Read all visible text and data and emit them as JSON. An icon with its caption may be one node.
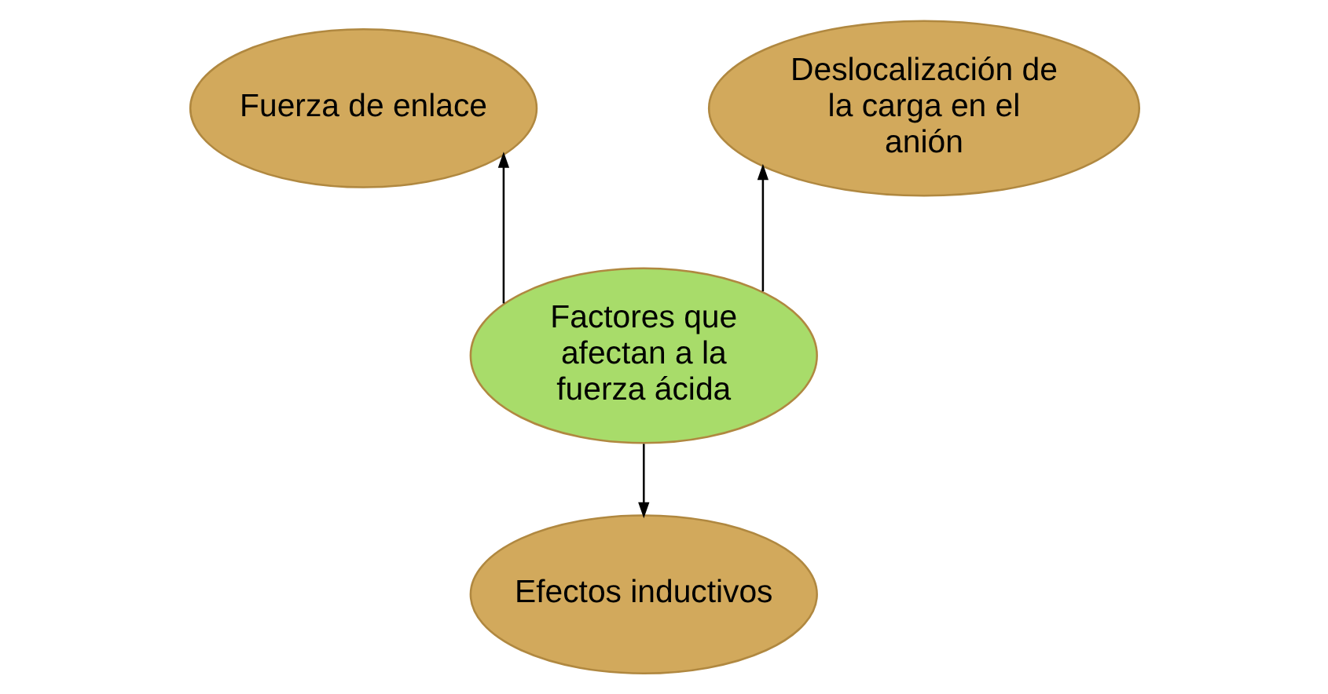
{
  "diagram": {
    "nodes": [
      {
        "text": [
          "Fuerza de enlace"
        ]
      },
      {
        "text": [
          "Deslocalización de la carga en el anión"
        ]
      },
      {
        "text": [
          "Factores que afectan a la fuerza ácida"
        ]
      },
      {
        "text": [
          "Efectos inductivos"
        ]
      }
    ],
    "edges": [
      {
        "from": 2,
        "to": 0,
        "arrow": "to"
      },
      {
        "from": 2,
        "to": 1,
        "arrow": "to"
      },
      {
        "from": 2,
        "to": 3,
        "arrow": "to"
      }
    ]
  }
}
